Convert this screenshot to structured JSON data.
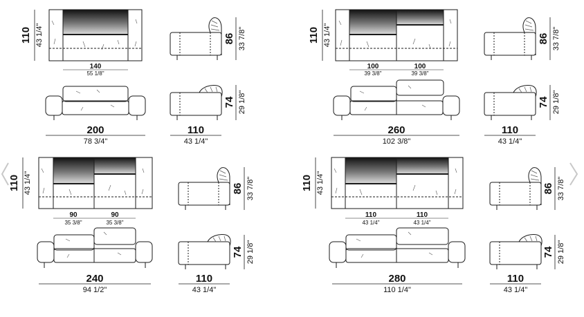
{
  "colors": {
    "line": "#1a1a1a",
    "arrow": "#c8c8c8"
  },
  "nav": {
    "prev_icon": "chevron-left-icon",
    "next_icon": "chevron-right-icon"
  },
  "configurations": [
    {
      "top_view": {
        "depth_cm": "110",
        "depth_in": "43 1/4\"",
        "seats": [
          {
            "cm": "140",
            "in": "55 1/8\""
          }
        ]
      },
      "front_view": {
        "width_cm": "200",
        "width_in": "78 3/4\""
      },
      "side_top": {
        "height_cm": "86",
        "height_in": "33 7/8\""
      },
      "side_bottom": {
        "height_cm": "74",
        "height_in": "29 1/8\"",
        "depth_cm": "110",
        "depth_in": "43 1/4\""
      }
    },
    {
      "top_view": {
        "depth_cm": "110",
        "depth_in": "43 1/4\"",
        "seats": [
          {
            "cm": "100",
            "in": "39 3/8\""
          },
          {
            "cm": "100",
            "in": "39 3/8\""
          }
        ]
      },
      "front_view": {
        "width_cm": "260",
        "width_in": "102 3/8\""
      },
      "side_top": {
        "height_cm": "86",
        "height_in": "33 7/8\""
      },
      "side_bottom": {
        "height_cm": "74",
        "height_in": "29 1/8\"",
        "depth_cm": "110",
        "depth_in": "43 1/4\""
      }
    },
    {
      "top_view": {
        "depth_cm": "110",
        "depth_in": "43 1/4\"",
        "seats": [
          {
            "cm": "90",
            "in": "35 3/8\""
          },
          {
            "cm": "90",
            "in": "35 3/8\""
          }
        ]
      },
      "front_view": {
        "width_cm": "240",
        "width_in": "94 1/2\""
      },
      "side_top": {
        "height_cm": "86",
        "height_in": "33 7/8\""
      },
      "side_bottom": {
        "height_cm": "74",
        "height_in": "29 1/8\"",
        "depth_cm": "110",
        "depth_in": "43 1/4\""
      }
    },
    {
      "top_view": {
        "depth_cm": "110",
        "depth_in": "43 1/4\"",
        "seats": [
          {
            "cm": "110",
            "in": "43 1/4\""
          },
          {
            "cm": "110",
            "in": "43 1/4\""
          }
        ]
      },
      "front_view": {
        "width_cm": "280",
        "width_in": "110 1/4\""
      },
      "side_top": {
        "height_cm": "86",
        "height_in": "33 7/8\""
      },
      "side_bottom": {
        "height_cm": "74",
        "height_in": "29 1/8\"",
        "depth_cm": "110",
        "depth_in": "43 1/4\""
      }
    }
  ]
}
